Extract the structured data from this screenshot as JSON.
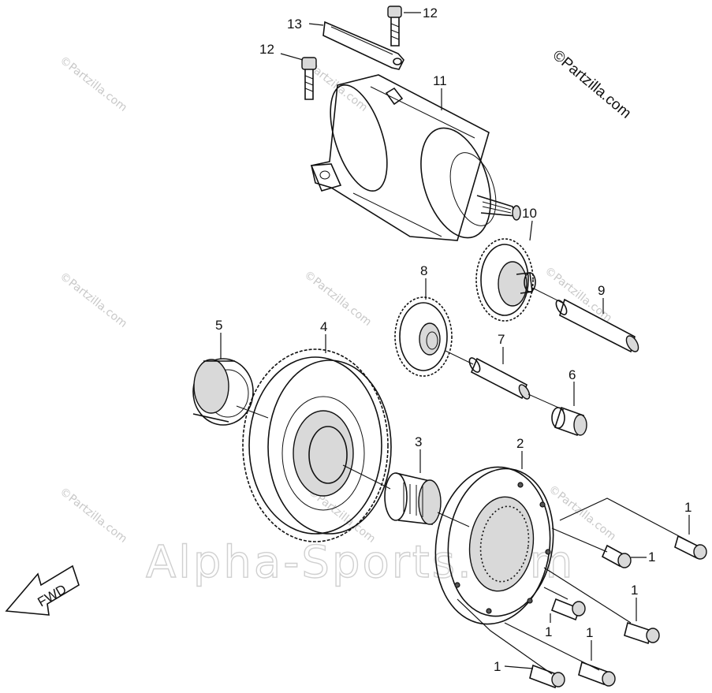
{
  "copyright": "©Partzilla.com",
  "watermark_small": "©Partzilla.com",
  "watermark_large": "Alpha-Sports.com",
  "fwd_label": "FWD",
  "callouts": {
    "c1": "1",
    "c2": "2",
    "c3": "3",
    "c4": "4",
    "c5": "5",
    "c6": "6",
    "c7": "7",
    "c8": "8",
    "c9": "9",
    "c10": "10",
    "c11": "11",
    "c12": "12",
    "c13": "13"
  }
}
